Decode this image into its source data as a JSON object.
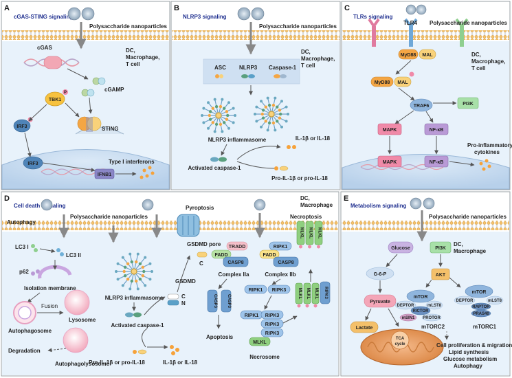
{
  "colors": {
    "panel_border": "#9aa0a6",
    "cytoplasm": "#e8f2fb",
    "nucleus": "#cfe2f5",
    "membrane_head": "#f5c46a",
    "header_text": "#1f2f8f",
    "phospho": "#f08aa8",
    "particle": "#f6a23a"
  },
  "panels": {
    "A": {
      "letter": "A",
      "title": "cGAS-STING signaling",
      "np_label": "Polysaccharide nanoparticles",
      "cells": "DC,\nMacrophage,\nT cell",
      "cgas": "cGAS",
      "cgamp": "cGAMP",
      "tbk1": "TBK1",
      "sting": "STING",
      "irf3": "IRF3",
      "irf3_nuc": "IRF3",
      "ifnb1": "IFNB1",
      "ifn": "Type I interferons",
      "p": "P"
    },
    "B": {
      "letter": "B",
      "title": "NLRP3 signaling",
      "np_label": "Polysaccharide nanoparticles",
      "cells": "DC,\nMacrophage,\nT cell",
      "asc": "ASC",
      "nlrp3": "NLRP3",
      "casp1": "Caspase-1",
      "inflammasome": "NLRP3 inflammasome",
      "activated": "Activated caspase-1",
      "il_out": "IL-1β or IL-18",
      "il_pro": "Pro-IL-1β or pro-IL-18"
    },
    "C": {
      "letter": "C",
      "title": "TLRs signaling",
      "np_label": "Polysaccharide nanoparticles",
      "tlr4": "TLR4",
      "cells": "DC,\nMacrophage,\nT cell",
      "myd88_a": "MyD88",
      "mal_a": "MAL",
      "myd88_b": "MyD88",
      "mal_b": "MAL",
      "traf6": "TRAF6",
      "pi3k": "PI3K",
      "mapk": "MAPK",
      "nfkb": "NF-κB",
      "mapk_nuc": "MAPK",
      "nfkb_nuc": "NF-κB",
      "cytokines": "Pro-inflammatory\ncytokines"
    },
    "D": {
      "letter": "D",
      "title": "Cell death signaling",
      "np_label": "Polysaccharide nanoparticles",
      "cells": "DC,\nMacrophage",
      "pyroptosis": "Pyroptosis",
      "necroptosis": "Necroptosis",
      "autophagy": "Autophagy",
      "lc3i": "LC3 I",
      "lc3ii": "LC3 II",
      "p62": "p62",
      "isolation": "Isolation membrane",
      "fusion": "Fusion",
      "lysosome": "Lysosome",
      "autophagosome": "Autophagosome",
      "degradation": "Degradation",
      "autophagolysosome": "Autophagolysosome",
      "gsdmd_pore": "GSDMD pore",
      "gsdmd": "GSDMD",
      "c": "C",
      "n": "N",
      "inflammasome": "NLRP3 inflammasome",
      "activated": "Activated caspase-1",
      "il_pro": "Pro-IL-1β or pro-IL-18",
      "il_out": "IL-1β or IL-18",
      "tradd": "TRADD",
      "fadd": "FADD",
      "casp8": "CASP8",
      "complex_iia": "Complex IIa",
      "ripk1": "RIPK1",
      "fadd2": "FADD",
      "casp8b": "CASP8",
      "complex_iib": "Complex IIb",
      "casp3": "CASP3",
      "apoptosis": "Apoptosis",
      "ripk3": "RIPK3",
      "mlkl": "MLKL",
      "necrosome": "Necrosome"
    },
    "E": {
      "letter": "E",
      "title": "Metabolism signaling",
      "np_label": "Polysaccharide nanoparticles",
      "cells": "DC,\nMacrophage",
      "glucose": "Glucose",
      "pi3k": "PI3K",
      "g6p": "G-6-P",
      "akt": "AKT",
      "pyruvate": "Pyruvate",
      "lactate": "Lactate",
      "tca": "TCA\ncycle",
      "mtor2": "mTOR",
      "deptor2": "DEPTOR",
      "mlst8_2": "mLST8",
      "rictor": "RICTOR",
      "msin1": "mSIN1",
      "protor": "PROTOR",
      "mtorc2": "mTORC2",
      "mtor1": "mTOR",
      "deptor1": "DEPTOR",
      "mlst8_1": "mLST8",
      "raptor": "RAPTOR",
      "pras40": "PRAS40",
      "mtorc1": "mTORC1",
      "outcomes": "Cell proliferation & migration\nLipid synthesis\nGlucose metabolism\nAutophagy"
    }
  }
}
